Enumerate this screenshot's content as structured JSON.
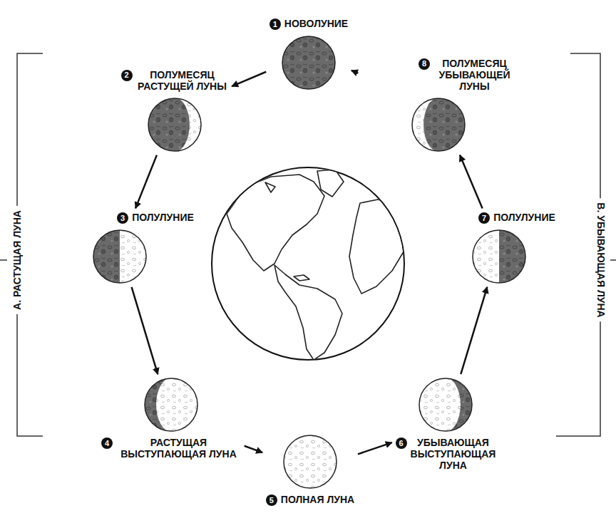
{
  "diagram": {
    "nodes": [
      {
        "text": [
          "1",
          "НОВОЛУНИЕ"
        ]
      },
      {
        "text": [
          "2",
          "ПОЛУМЕСЯЦ РАСТУЩЕЙ ЛУНЫ"
        ]
      },
      {
        "text": [
          "3",
          "ПОЛУЛУНИЕ"
        ]
      },
      {
        "text": [
          "4",
          "РАСТУЩАЯ ВЫСТУПАЮЩАЯ ЛУНА"
        ]
      },
      {
        "text": [
          "5",
          "ПОЛНАЯ ЛУНА"
        ]
      },
      {
        "text": [
          "6",
          "УБЫВАЮЩАЯ ВЫСТУПАЮЩАЯ ЛУНА"
        ]
      },
      {
        "text": [
          "7",
          "ПОЛУЛУНИЕ"
        ]
      },
      {
        "text": [
          "8",
          "ПОЛУМЕСЯЦ УБЫВАЮЩЕЙ ЛУНЫ"
        ]
      }
    ],
    "edges": [
      {
        "from": 0,
        "to": 1,
        "arrow": "to"
      },
      {
        "from": 1,
        "to": 2,
        "arrow": "to"
      },
      {
        "from": 2,
        "to": 3,
        "arrow": "to"
      },
      {
        "from": 3,
        "to": 4,
        "arrow": "to"
      },
      {
        "from": 4,
        "to": 5,
        "arrow": "to"
      },
      {
        "from": 5,
        "to": 6,
        "arrow": "to"
      },
      {
        "from": 6,
        "to": 7,
        "arrow": "to"
      },
      {
        "from": 7,
        "to": 0,
        "arrow": "to"
      }
    ],
    "labels": [
      "А. РАСТУЩАЯ ЛУНА",
      "В. УБЫВАЮЩАЯ ЛУНА"
    ]
  }
}
